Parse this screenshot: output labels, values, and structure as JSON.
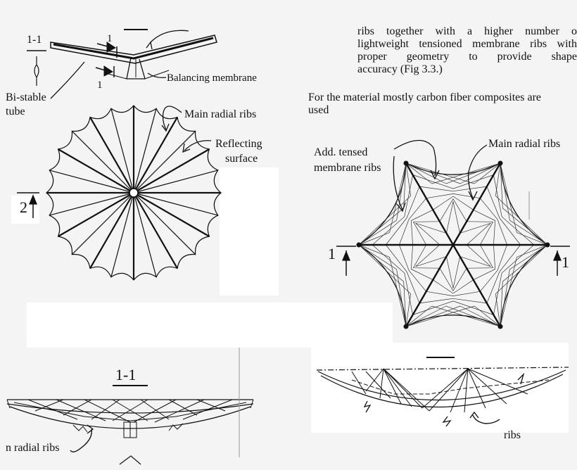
{
  "labels": {
    "section_top": "1-1",
    "cut_1_top": "1",
    "cut_1_bottom": "1",
    "balancing_membrane": "Balancing membrane",
    "bistable_line1": "Bi-stable",
    "bistable_line2": "tube",
    "main_radial_ribs_left": "Main radial ribs",
    "reflecting_line1": "Reflecting",
    "reflecting_line2": "surface",
    "cut_2": "2",
    "add_tensed_line1": "Add. tensed",
    "add_tensed_line2": "membrane ribs",
    "main_radial_ribs_right": "Main radial ribs",
    "cut_1_left": "1",
    "cut_1_right": "1",
    "section_bottom": "1-1",
    "radial_ribs_bottom": "n radial ribs",
    "ribs_bottom_right": "ribs"
  },
  "paragraph": {
    "line1": "ribs together with a higher number o",
    "line2": "lightweight tensioned membrane ribs with",
    "line3": "proper geometry to provide shape",
    "line4": "accuracy (Fig 3.3.)",
    "material_line1": "For the material mostly carbon fiber composites are",
    "material_line2": "used"
  },
  "colors": {
    "background": "#f4f4f4",
    "patch": "#ffffff",
    "ink": "#111111"
  }
}
